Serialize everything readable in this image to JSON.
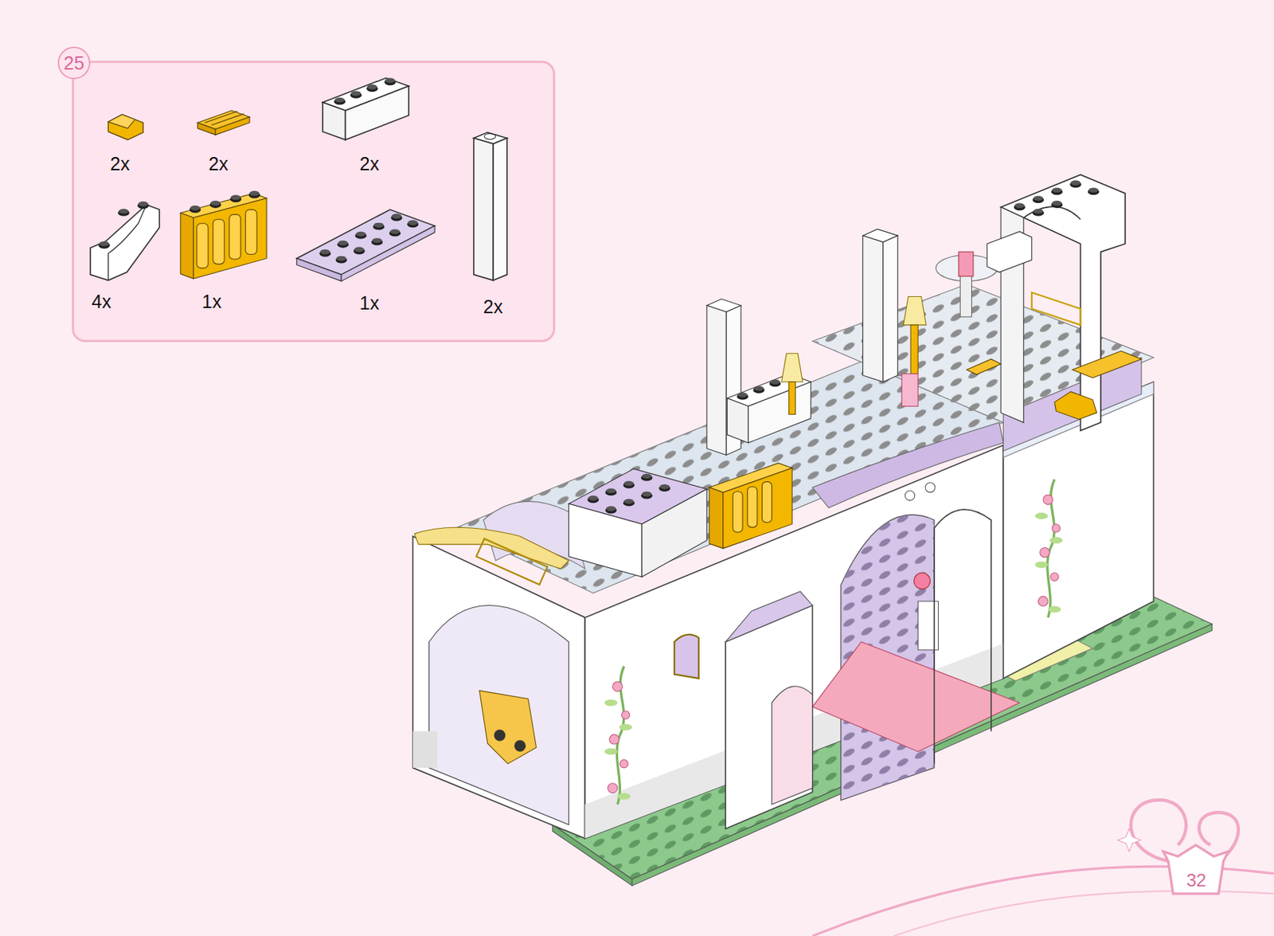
{
  "diagram": {
    "nodes": [
      {
        "text": [
          "25"
        ]
      }
    ],
    "labels": [
      "2x",
      "2x",
      "2x",
      "4x",
      "1x",
      "1x",
      "2x",
      "32"
    ]
  }
}
